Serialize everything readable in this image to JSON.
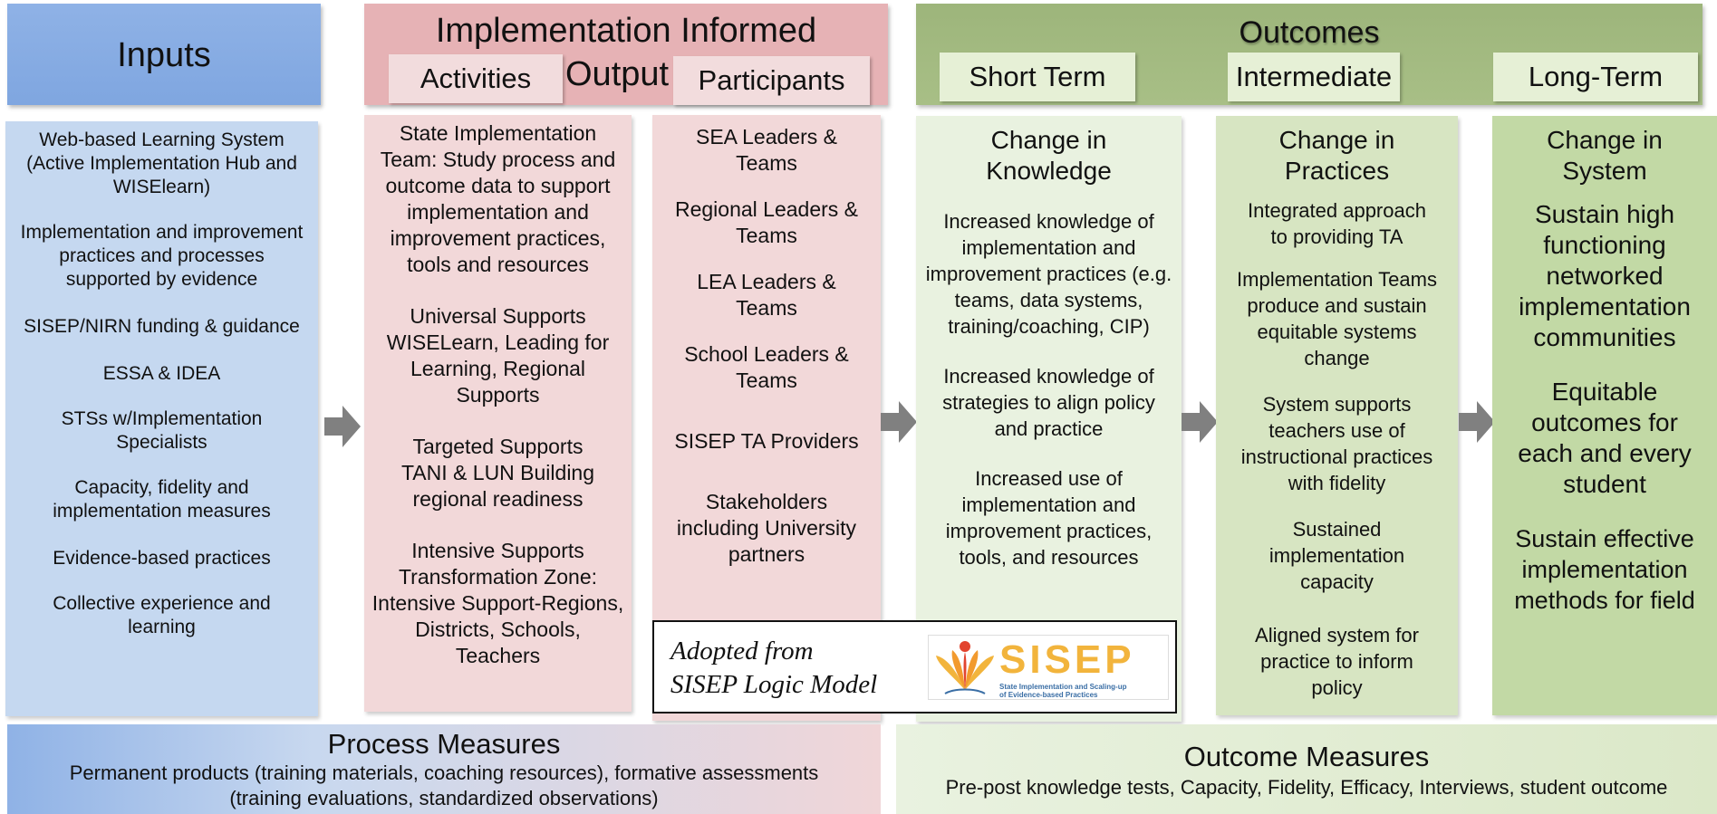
{
  "headers": {
    "inputs": "Inputs",
    "implementation": "Implementation Informed Output",
    "impl_line1": "Implementation Informed",
    "impl_line2": "Output",
    "activities": "Activities",
    "participants": "Participants",
    "outcomes": "Outcomes",
    "short_term": "Short Term",
    "intermediate": "Intermediate",
    "long_term": "Long-Term"
  },
  "inputs": [
    "Web-based Learning System (Active Implementation Hub and WISElearn)",
    "Implementation and improvement practices and processes supported by evidence",
    "SISEP/NIRN funding & guidance",
    "ESSA & IDEA",
    "STSs w/Implementation Specialists",
    "Capacity,  fidelity and implementation measures",
    "Evidence-based practices",
    "Collective experience and learning"
  ],
  "activities": [
    "State Implementation Team: Study process and outcome data to support implementation and improvement practices, tools and resources",
    "Universal Supports WISELearn, Leading for Learning, Regional Supports",
    "Targeted Supports TANI & LUN Building regional readiness",
    "Intensive Supports Transformation Zone: Intensive Support-Regions, Districts, Schools, Teachers"
  ],
  "participants": [
    "SEA Leaders & Teams",
    "Regional Leaders & Teams",
    "LEA Leaders & Teams",
    "School Leaders & Teams",
    "SISEP TA Providers",
    "Stakeholders including University partners"
  ],
  "short_term": {
    "heading": "Change in Knowledge",
    "items": [
      "Increased knowledge of implementation and improvement practices (e.g. teams, data systems, training/coaching, CIP)",
      "Increased knowledge of strategies to align policy and practice",
      "Increased use of implementation  and improvement practices, tools, and resources"
    ]
  },
  "intermediate": {
    "heading": "Change in Practices",
    "items": [
      "Integrated approach to providing TA",
      "Implementation Teams  produce and sustain equitable systems change",
      "System supports teachers  use of instructional practices with fidelity",
      "Sustained implementation capacity",
      "Aligned system for practice to inform policy"
    ]
  },
  "long_term": {
    "heading": "Change in System",
    "items": [
      "Sustain high functioning networked implementation communities",
      "Equitable outcomes for each and every student",
      "Sustain effective implementation methods for field"
    ]
  },
  "adopted": {
    "line1": "Adopted from",
    "line2": "SISEP Logic Model",
    "logo_word": "SISEP",
    "logo_sub1": "State Implementation and Scaling-up",
    "logo_sub2": "of Evidence-based Practices"
  },
  "process_measures": {
    "title": "Process Measures",
    "text": "Permanent products (training materials, coaching resources), formative assessments (training evaluations, standardized observations)"
  },
  "outcome_measures": {
    "title": "Outcome Measures",
    "text": "Pre-post knowledge tests, Capacity, Fidelity, Efficacy, Interviews, student outcome"
  },
  "colors": {
    "inputs_header": "#8fb2e6",
    "inputs_body": "#c5d8f0",
    "impl_header": "#e6b2b5",
    "impl_body": "#f2d8d9",
    "outcomes_header": "#9db57b",
    "short_body": "#e9f2e0",
    "inter_body": "#d7e5c2",
    "long_body": "#c2d9a5",
    "arrow": "#808080"
  }
}
